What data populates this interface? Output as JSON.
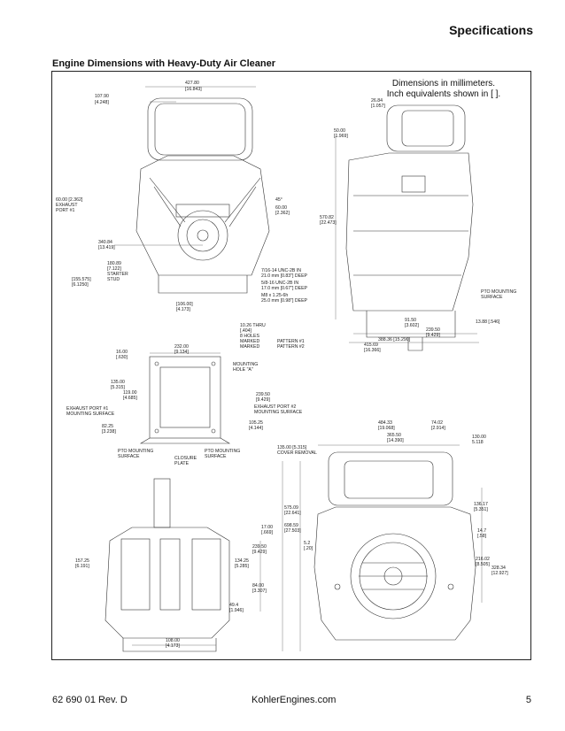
{
  "header": {
    "title": "Specifications"
  },
  "section": {
    "title": "Engine Dimensions with Heavy-Duty Air Cleaner",
    "note_line1": "Dimensions in millimeters.",
    "note_line2": "Inch equivalents shown in [ ]."
  },
  "labels": {
    "d427_80": "427.80",
    "d427_80_in": "[16.843]",
    "d107_90": "107.90",
    "d107_90_in": "[4.248]",
    "d60_exh_1": "60.00 [2.362]",
    "d60_exh_2": "EXHAUST",
    "d60_exh_3": "PORT #1",
    "d340_84": "340.84",
    "d340_84_in": "[13.419]",
    "d180_89": "180.89",
    "d180_89_in": "[7.122]",
    "starter_1": "STARTER",
    "starter_2": "STUD",
    "d155_575": "[155.575]",
    "d155_575_in": "[6.1250]",
    "d106_00": "[106.00]",
    "d106_00_in": "[4.173]",
    "angle45": "45°",
    "d60_00": "60.00",
    "d60_00_in": "[2.362]",
    "unc716_1": "7/16-14 UNC-2B IN",
    "unc716_2": "21.0 mm [0.83\"] DEEP",
    "unc58_1": "5/8-16 UNC-2B IN",
    "unc58_2": "17.0 mm [0.67\"] DEEP",
    "m8_1": "M8 x 1.25-6h",
    "m8_2": "25.0 mm [0.98\"] DEEP",
    "d26_84": "26.84",
    "d26_84_in": "[1.057]",
    "d50_00": "50.00",
    "d50_00_in": "[1.969]",
    "d570_82": "570.82",
    "d570_82_in": "[22.473]",
    "pto_mount_1": "PTO MOUNTING",
    "pto_mount_2": "SURFACE",
    "d13_88": "13.88 [.546]",
    "d91_50": "91.50",
    "d91_50_in": "[3.602]",
    "d239_50a": "239.50",
    "d239_50a_in": "[9.429]",
    "d388_36": "388.36 [15.290]",
    "d415_69": "415.69",
    "d415_69_in": "[16.366]",
    "thru_1": "10.26 THRU",
    "thru_2": "[.404]",
    "thru_3": "8 HOLES",
    "thru_4": "MARKED",
    "thru_5": "MARKED",
    "pattern1": "PATTERN #1",
    "pattern2": "PATTERN #2",
    "d16_00": "16.00",
    "d16_00_in": "[.630]",
    "d232_00": "232.00",
    "d232_00_in": "[9.134]",
    "hole_a_1": "MOUNTING",
    "hole_a_2": "HOLE \"A\"",
    "d135_00": "135.00",
    "d135_00_in": "[5.315]",
    "d119_00": "119.00",
    "d119_00_in": "[4.685]",
    "d239_50b": "239.50",
    "d239_50b_in": "[9.429]",
    "exh1_1": "EXHAUST PORT #1",
    "exh1_2": "MOUNTING SURFACE",
    "exh2_1": "EXHAUST PORT #2",
    "exh2_2": "MOUNTING SURFACE",
    "d105_25": "105.25",
    "d105_25_in": "[4.144]",
    "d82_25": "82.25",
    "d82_25_in": "[3.238]",
    "pto_a_1": "PTO MOUNTING",
    "pto_a_2": "SURFACE",
    "closure_1": "CLOSURE",
    "closure_2": "PLATE",
    "pto_b_1": "PTO MOUNTING",
    "pto_b_2": "SURFACE",
    "d484_33": "484.33",
    "d484_33_in": "[19.068]",
    "d74_02": "74.02",
    "d74_02_in": "[2.914]",
    "d365_50": "365.50",
    "d365_50_in": "[14.390]",
    "d130_00": "130.00",
    "d130_00_in": "5.118",
    "cover_1": "135.00 [5.315]",
    "cover_2": "COVER REMOVAL",
    "d136_17": "136.17",
    "d136_17_in": "[5.351]",
    "d575_09": "575.09",
    "d575_09_in": "[22.641]",
    "d698_59": "698.59",
    "d698_59_in": "[27.503]",
    "d5_2": "5.2",
    "d5_2_in": "[.20]",
    "d14_7": "14.7",
    "d14_7_in": "[.58]",
    "d216_02": "216.02",
    "d216_02_in": "[8.505]",
    "d328_34": "328.34",
    "d328_34_in": "[12.927]",
    "d17_00": "17.00",
    "d17_00_in": "[.669]",
    "d239_50c": "239.50",
    "d239_50c_in": "[9.429]",
    "d157_25": "157.25",
    "d157_25_in": "[6.191]",
    "d134_25": "134.25",
    "d134_25_in": "[5.285]",
    "d84_00": "84.00",
    "d84_00_in": "[3.307]",
    "d49_4": "49.4",
    "d49_4_in": "[1.946]",
    "d108_00": "108.00",
    "d108_00_in": "[4.173]"
  },
  "footer": {
    "doc_number": "62 690 01 Rev. D",
    "website": "KohlerEngines.com",
    "page": "5"
  }
}
